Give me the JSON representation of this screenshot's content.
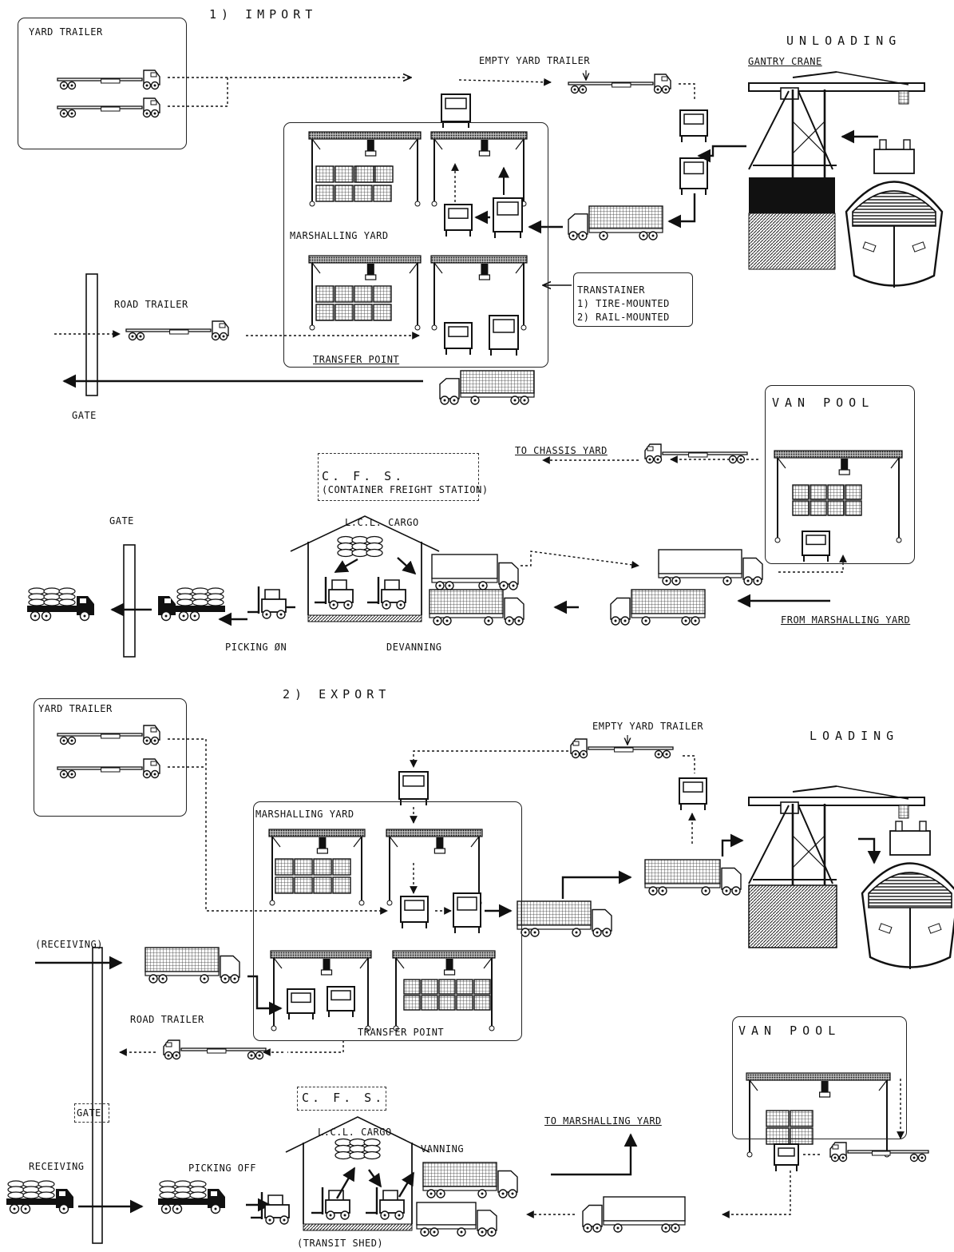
{
  "top_heading": "",
  "import": {
    "section_title": "1)  IMPORT",
    "yard_trailer": "YARD TRAILER",
    "empty_yard_trailer": "EMPTY YARD TRAILER",
    "unloading": "UNLOADING",
    "gantry_crane": "GANTRY CRANE",
    "marshalling_yard": "MARSHALLING YARD",
    "transtainer_lines": [
      "TRANSTAINER",
      "1) TIRE-MOUNTED",
      "2) RAIL-MOUNTED"
    ],
    "road_trailer": "ROAD TRAILER",
    "transfer_point": "TRANSFER POINT",
    "gate_1": "GATE",
    "van_pool": "VAN POOL",
    "to_chassis_yard": "TO  CHASSIS YARD",
    "cfs": "C. F. S.",
    "cfs_full": "(CONTAINER FREIGHT STATION)",
    "gate_2": "GATE",
    "lcl_cargo": "L.C.L. CARGO",
    "picking_on": "PICKING ØN",
    "devanning": "DEVANNING",
    "from_marshalling_yard": "FROM MARSHALLING YARD"
  },
  "export": {
    "section_title": "2)  EXPORT",
    "yard_trailer": "YARD TRAILER",
    "empty_yard_trailer": "EMPTY YARD TRAILER",
    "loading": "LOADING",
    "marshalling_yard": "MARSHALLING YARD",
    "receiving_bracket": "(RECEIVING)",
    "road_trailer": "ROAD TRAILER",
    "transfer_point": "TRANSFER POINT",
    "van_pool": "VAN POOL",
    "gate": "GATE",
    "cfs": "C. F. S.",
    "lcl_cargo": "L.C.L. CARGO",
    "vanning": "VANNING",
    "to_marshalling_yard": "TO MARSHALLING YARD",
    "receiving": "RECEIVING",
    "picking_off": "PICKING OFF",
    "transit_shed": "(TRANSIT SHED)"
  }
}
